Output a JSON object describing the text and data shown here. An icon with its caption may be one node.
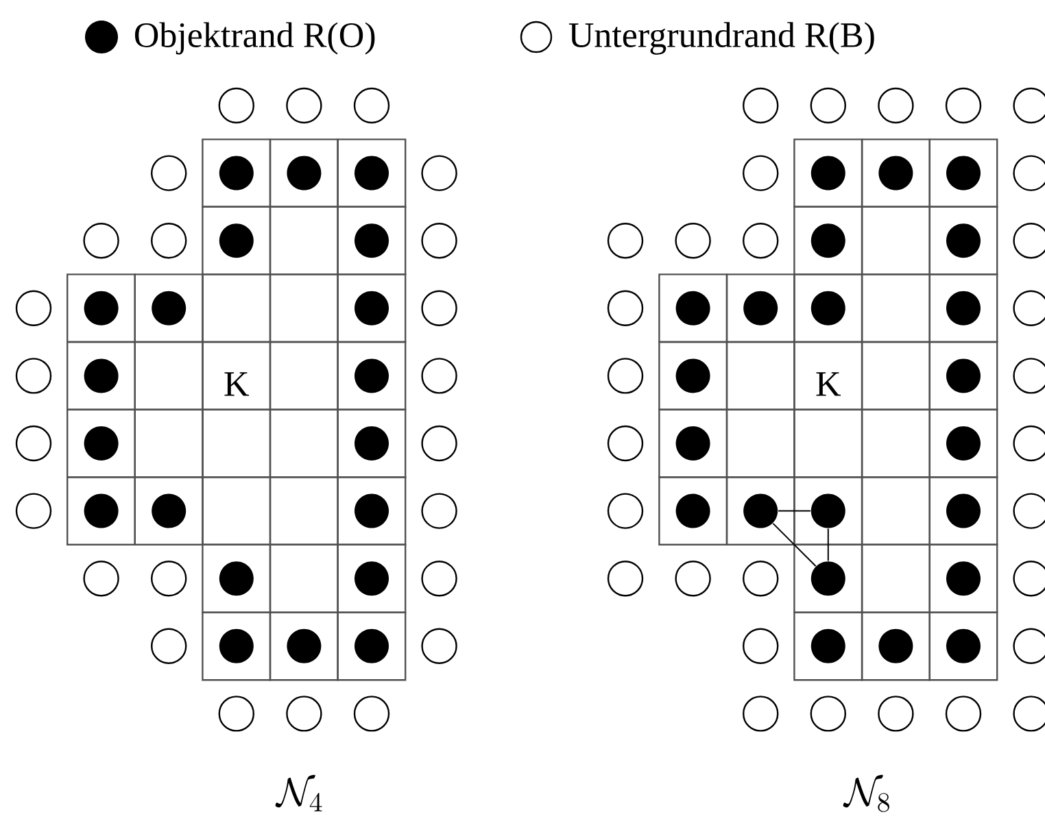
{
  "diagram": {
    "nodes": [
      {
        "text": [],
        "shape": "circle"
      },
      {
        "text": [],
        "shape": "circle"
      },
      {
        "text": [],
        "shape": "circle"
      },
      {
        "text": [],
        "shape": "circle"
      },
      {
        "text": [],
        "shape": "circle"
      },
      {
        "text": [],
        "shape": "circle"
      },
      {
        "text": [],
        "shape": "circle"
      },
      {
        "text": [],
        "shape": "circle"
      },
      {
        "text": [],
        "shape": "circle"
      },
      {
        "text": [],
        "shape": "circle"
      },
      {
        "text": [],
        "shape": "circle"
      },
      {
        "text": [],
        "shape": "circle"
      },
      {
        "text": [],
        "shape": "circle"
      },
      {
        "text": [],
        "shape": "circle"
      },
      {
        "text": [],
        "shape": "circle"
      },
      {
        "text": [],
        "shape": "circle"
      },
      {
        "text": [],
        "shape": "circle"
      },
      {
        "text": [],
        "shape": "circle"
      },
      {
        "text": [],
        "shape": "circle"
      },
      {
        "text": [],
        "shape": "circle"
      },
      {
        "text": [],
        "shape": "circle"
      },
      {
        "text": [],
        "shape": "circle"
      },
      {
        "text": [],
        "shape": "circle"
      },
      {
        "text": [],
        "shape": "circle"
      },
      {
        "text": [],
        "shape": "circle"
      },
      {
        "text": [],
        "shape": "circle"
      },
      {
        "text": [],
        "shape": "circle"
      },
      {
        "text": [],
        "shape": "circle"
      },
      {
        "text": [],
        "shape": "circle"
      },
      {
        "text": [],
        "shape": "circle"
      },
      {
        "text": [],
        "shape": "circle"
      },
      {
        "text": [],
        "shape": "circle"
      },
      {
        "text": [],
        "shape": "circle"
      },
      {
        "text": [],
        "shape": "circle"
      },
      {
        "text": [],
        "shape": "circle"
      },
      {
        "text": [],
        "shape": "circle"
      },
      {
        "text": [],
        "shape": "circle"
      },
      {
        "text": [],
        "shape": "circle"
      },
      {
        "text": [],
        "shape": "circle"
      },
      {
        "text": [],
        "shape": "circle"
      },
      {
        "text": [],
        "shape": "circle"
      },
      {
        "text": [],
        "shape": "circle"
      },
      {
        "text": [],
        "shape": "circle"
      },
      {
        "text": [],
        "shape": "circle"
      },
      {
        "text": [],
        "shape": "circle"
      },
      {
        "text": [],
        "shape": "circle"
      },
      {
        "text": [],
        "shape": "circle"
      },
      {
        "text": [],
        "shape": "circle"
      },
      {
        "text": [],
        "shape": "circle"
      },
      {
        "text": [],
        "shape": "circle"
      },
      {
        "text": [],
        "shape": "circle"
      },
      {
        "text": [],
        "shape": "circle"
      },
      {
        "text": [],
        "shape": "circle"
      },
      {
        "text": [],
        "shape": "circle"
      },
      {
        "text": [],
        "shape": "circle"
      },
      {
        "text": [],
        "shape": "circle"
      },
      {
        "text": [],
        "shape": "circle"
      },
      {
        "text": [],
        "shape": "circle"
      },
      {
        "text": [],
        "shape": "circle"
      },
      {
        "text": [],
        "shape": "circle"
      },
      {
        "text": [],
        "shape": "circle"
      },
      {
        "text": [],
        "shape": "circle"
      },
      {
        "text": [],
        "shape": "circle"
      },
      {
        "text": [],
        "shape": "circle"
      },
      {
        "text": [],
        "shape": "circle"
      },
      {
        "text": [],
        "shape": "circle"
      },
      {
        "text": [],
        "shape": "circle"
      },
      {
        "text": [],
        "shape": "circle"
      },
      {
        "text": [],
        "shape": "circle"
      },
      {
        "text": [],
        "shape": "circle"
      },
      {
        "text": [],
        "shape": "circle"
      },
      {
        "text": [],
        "shape": "circle"
      },
      {
        "text": [],
        "shape": "circle"
      },
      {
        "text": [],
        "shape": "circle"
      },
      {
        "text": [],
        "shape": "circle"
      },
      {
        "text": [],
        "shape": "circle"
      },
      {
        "text": [],
        "shape": "circle"
      },
      {
        "text": [],
        "shape": "circle"
      },
      {
        "text": [],
        "shape": "circle"
      },
      {
        "text": [],
        "shape": "circle"
      },
      {
        "text": [],
        "shape": "circle"
      },
      {
        "text": [],
        "shape": "circle"
      },
      {
        "text": [],
        "shape": "circle"
      },
      {
        "text": [],
        "shape": "circle"
      },
      {
        "text": [],
        "shape": "circle"
      },
      {
        "text": [],
        "shape": "circle"
      },
      {
        "text": [],
        "shape": "circle"
      },
      {
        "text": [],
        "shape": "circle"
      },
      {
        "text": [],
        "shape": "circle"
      },
      {
        "text": [],
        "shape": "circle"
      },
      {
        "text": [],
        "shape": "circle"
      },
      {
        "text": [],
        "shape": "circle"
      },
      {
        "text": [],
        "shape": "circle"
      },
      {
        "text": [],
        "shape": "circle"
      },
      {
        "text": [],
        "shape": "circle"
      },
      {
        "text": [],
        "shape": "circle"
      }
    ],
    "edges": [
      {
        "from": 76,
        "to": 77,
        "arrow": "none"
      },
      {
        "from": 77,
        "to": 83,
        "arrow": "none"
      },
      {
        "from": 76,
        "to": 83,
        "arrow": "none"
      }
    ],
    "labels": [
      "K",
      "K",
      "\\mathcal{N}_4",
      "\\mathcal{N}_8"
    ],
    "legend": [
      {
        "text": "Objektrand R(O)"
      },
      {
        "text": "Untergrundrand R(B)"
      }
    ]
  }
}
